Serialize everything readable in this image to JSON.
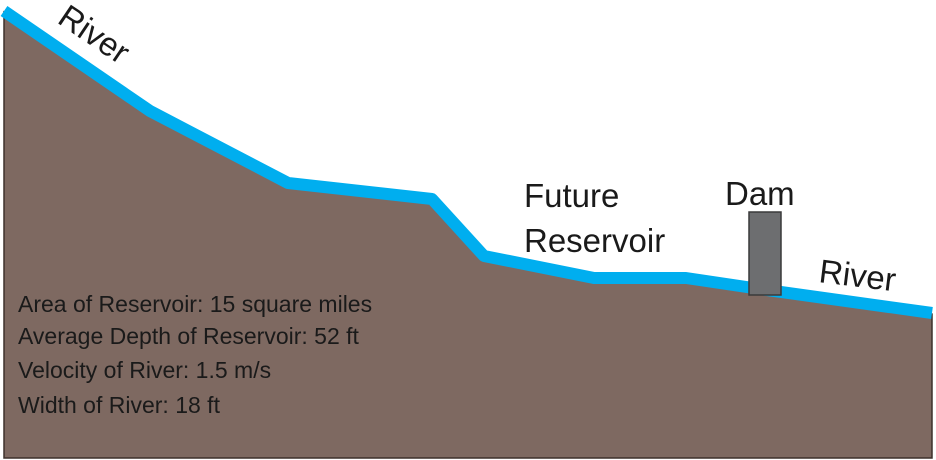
{
  "labels": {
    "river_upper": "River",
    "future_reservoir_line1": "Future",
    "future_reservoir_line2": "Reservoir",
    "dam": "Dam",
    "river_lower": "River"
  },
  "info": {
    "area": "Area of Reservoir: 15 square miles",
    "depth": "Average Depth of Reservoir: 52 ft",
    "velocity": "Velocity of River: 1.5 m/s",
    "width": "Width of River: 18 ft"
  },
  "colors": {
    "ground": "#7e6961",
    "river": "#00aeef",
    "dam": "#6d6e70",
    "text": "#1a1a1a"
  }
}
